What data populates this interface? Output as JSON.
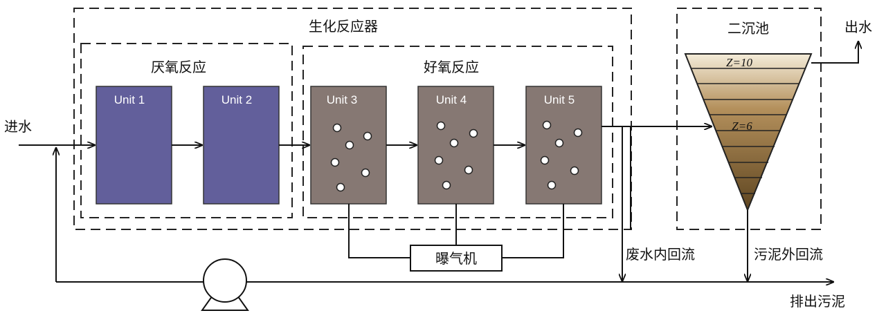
{
  "reactor": {
    "title": "生化反应器",
    "anaerobic_title": "厌氧反应",
    "aerobic_title": "好氧反应"
  },
  "units": [
    "Unit 1",
    "Unit 2",
    "Unit 3",
    "Unit 4",
    "Unit 5"
  ],
  "clarifier": {
    "title": "二沉池",
    "layer_top": "Z=10",
    "layer_feed": "Z=6"
  },
  "flows": {
    "inflow": "进水",
    "outflow": "出水",
    "blower": "曝气机",
    "internal_recycle": "废水内回流",
    "external_recycle": "污泥外回流",
    "waste_sludge": "排出污泥"
  },
  "colors": {
    "anaerobic_unit": "#625f9b",
    "aerobic_unit": "#867873",
    "sludge_light": "#f2ead8",
    "sludge_dark": "#6e5228"
  }
}
